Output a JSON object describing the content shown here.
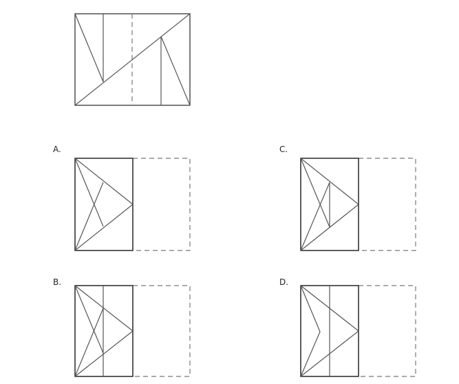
{
  "question_figure": {
    "name": "unfolded-paper-with-fold-line"
  },
  "options": [
    {
      "label": "A."
    },
    {
      "label": "B."
    },
    {
      "label": "C."
    },
    {
      "label": "D."
    }
  ],
  "colors": {
    "line": "#555555",
    "dashed": "#777777"
  }
}
